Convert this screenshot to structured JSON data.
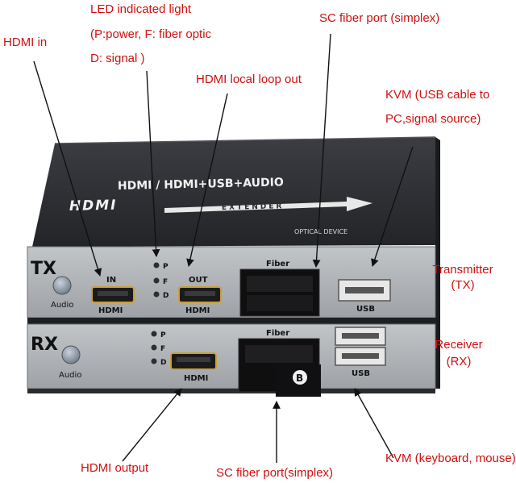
{
  "annotations": {
    "hdmi_in": "HDMI in",
    "led_line1": "LED indicated light",
    "led_line2": "(P:power, F: fiber optic",
    "led_line3": "D: signal )",
    "sc_top": "SC fiber port (simplex)",
    "hdmi_loop": "HDMI local loop out",
    "kvm_top_line1": "KVM (USB cable to",
    "kvm_top_line2": "PC,signal source)",
    "transmitter_line1": "Transmitter",
    "transmitter_line2": "(TX)",
    "receiver_line1": "Receiver",
    "receiver_line2": "(RX)",
    "hdmi_output": "HDMI output",
    "sc_bottom": "SC fiber port(simplex)",
    "kvm_bottom": "KVM (keyboard, mouse)"
  },
  "device": {
    "top_text": "HDMI / HDMI+USB+AUDIO",
    "hdmi_logo": "HDMI",
    "extender": "EXTENDER",
    "optical_device": "OPTICAL DEVICE",
    "tx": {
      "name": "TX",
      "audio": "Audio",
      "in_label": "IN",
      "hdmi_label": "HDMI",
      "led_p": "P",
      "led_f": "F",
      "led_d": "D",
      "out_label": "OUT",
      "out_hdmi_label": "HDMI",
      "fiber": "Fiber",
      "usb": "USB"
    },
    "rx": {
      "name": "RX",
      "audio": "Audio",
      "led_p": "P",
      "led_f": "F",
      "led_d": "D",
      "hdmi_label": "HDMI",
      "fiber": "Fiber",
      "usb": "USB",
      "b_badge": "B"
    }
  },
  "colors": {
    "annotation": "#d01010",
    "device_top": "#2c2d31",
    "panel": "#aeb1b4"
  }
}
